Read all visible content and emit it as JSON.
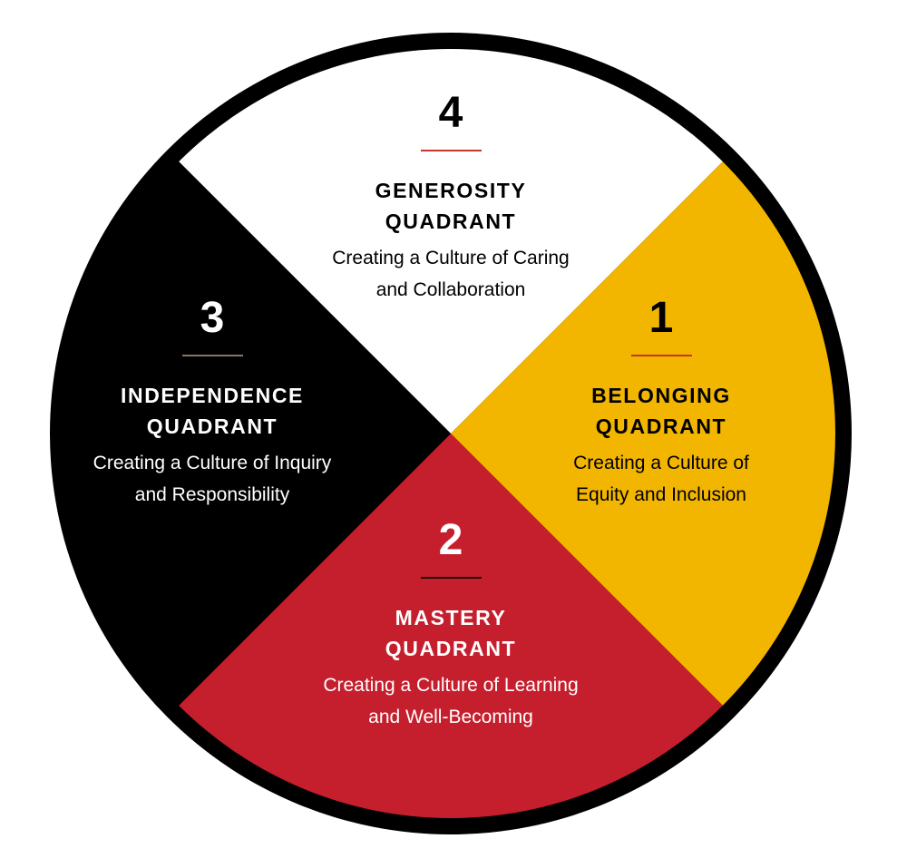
{
  "colors": {
    "ring": "#000000",
    "belonging": "#F2B500",
    "mastery": "#C51F2E",
    "independence": "#000000",
    "generosity": "#FFFFFF"
  },
  "quadrants": {
    "generosity": {
      "number": "4",
      "title1": "GENEROSITY",
      "title2": "QUADRANT",
      "sub1": "Creating a Culture of Caring",
      "sub2": "and Collaboration"
    },
    "independence": {
      "number": "3",
      "title1": "INDEPENDENCE",
      "title2": "QUADRANT",
      "sub1": "Creating a Culture of Inquiry",
      "sub2": "and Responsibility"
    },
    "belonging": {
      "number": "1",
      "title1": "BELONGING",
      "title2": "QUADRANT",
      "sub1": "Creating a Culture of",
      "sub2": "Equity and Inclusion"
    },
    "mastery": {
      "number": "2",
      "title1": "MASTERY",
      "title2": "QUADRANT",
      "sub1": "Creating a Culture of Learning",
      "sub2": "and Well-Becoming"
    }
  }
}
